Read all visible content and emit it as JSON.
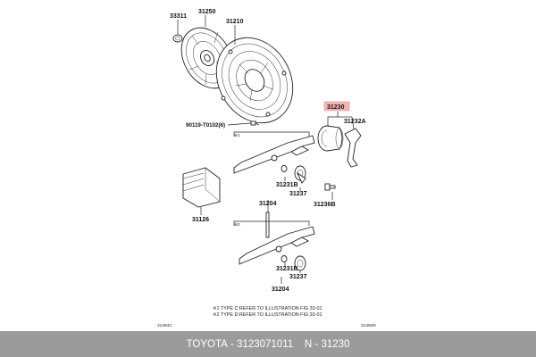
{
  "parts": {
    "p33311": "33311",
    "p31250": "31250",
    "p31210": "31210",
    "p90119": "90119-T0102(6)",
    "p31230": "31230",
    "p31232a": "31232A",
    "p31231b_1": "31231B",
    "p31237_1": "31237",
    "p31236b": "31236B",
    "p31126": "31126",
    "p31204_1": "31204",
    "p31231b_2": "31231B",
    "p31237_2": "31237",
    "p31204_2": "31204"
  },
  "group_marks": {
    "g1": "※1",
    "g2": "※2"
  },
  "notes": {
    "note1": "※1 TYPE C:REFER TO ILLUSTRATION FIG 33-01",
    "note2": "※2 TYPE D:REFER TO ILLUSTRATION FIG 33-01"
  },
  "figure_codes": {
    "left": "31494C",
    "right": "31494D"
  },
  "caption": {
    "brand": "TOYOTA",
    "sep1": " - ",
    "part_number": "3123071011",
    "sep2": "    N - ",
    "ref": "31230"
  },
  "colors": {
    "highlight": "#f7b3b3",
    "caption_bg": "#9b9b9b",
    "caption_text": "#ffffff"
  }
}
